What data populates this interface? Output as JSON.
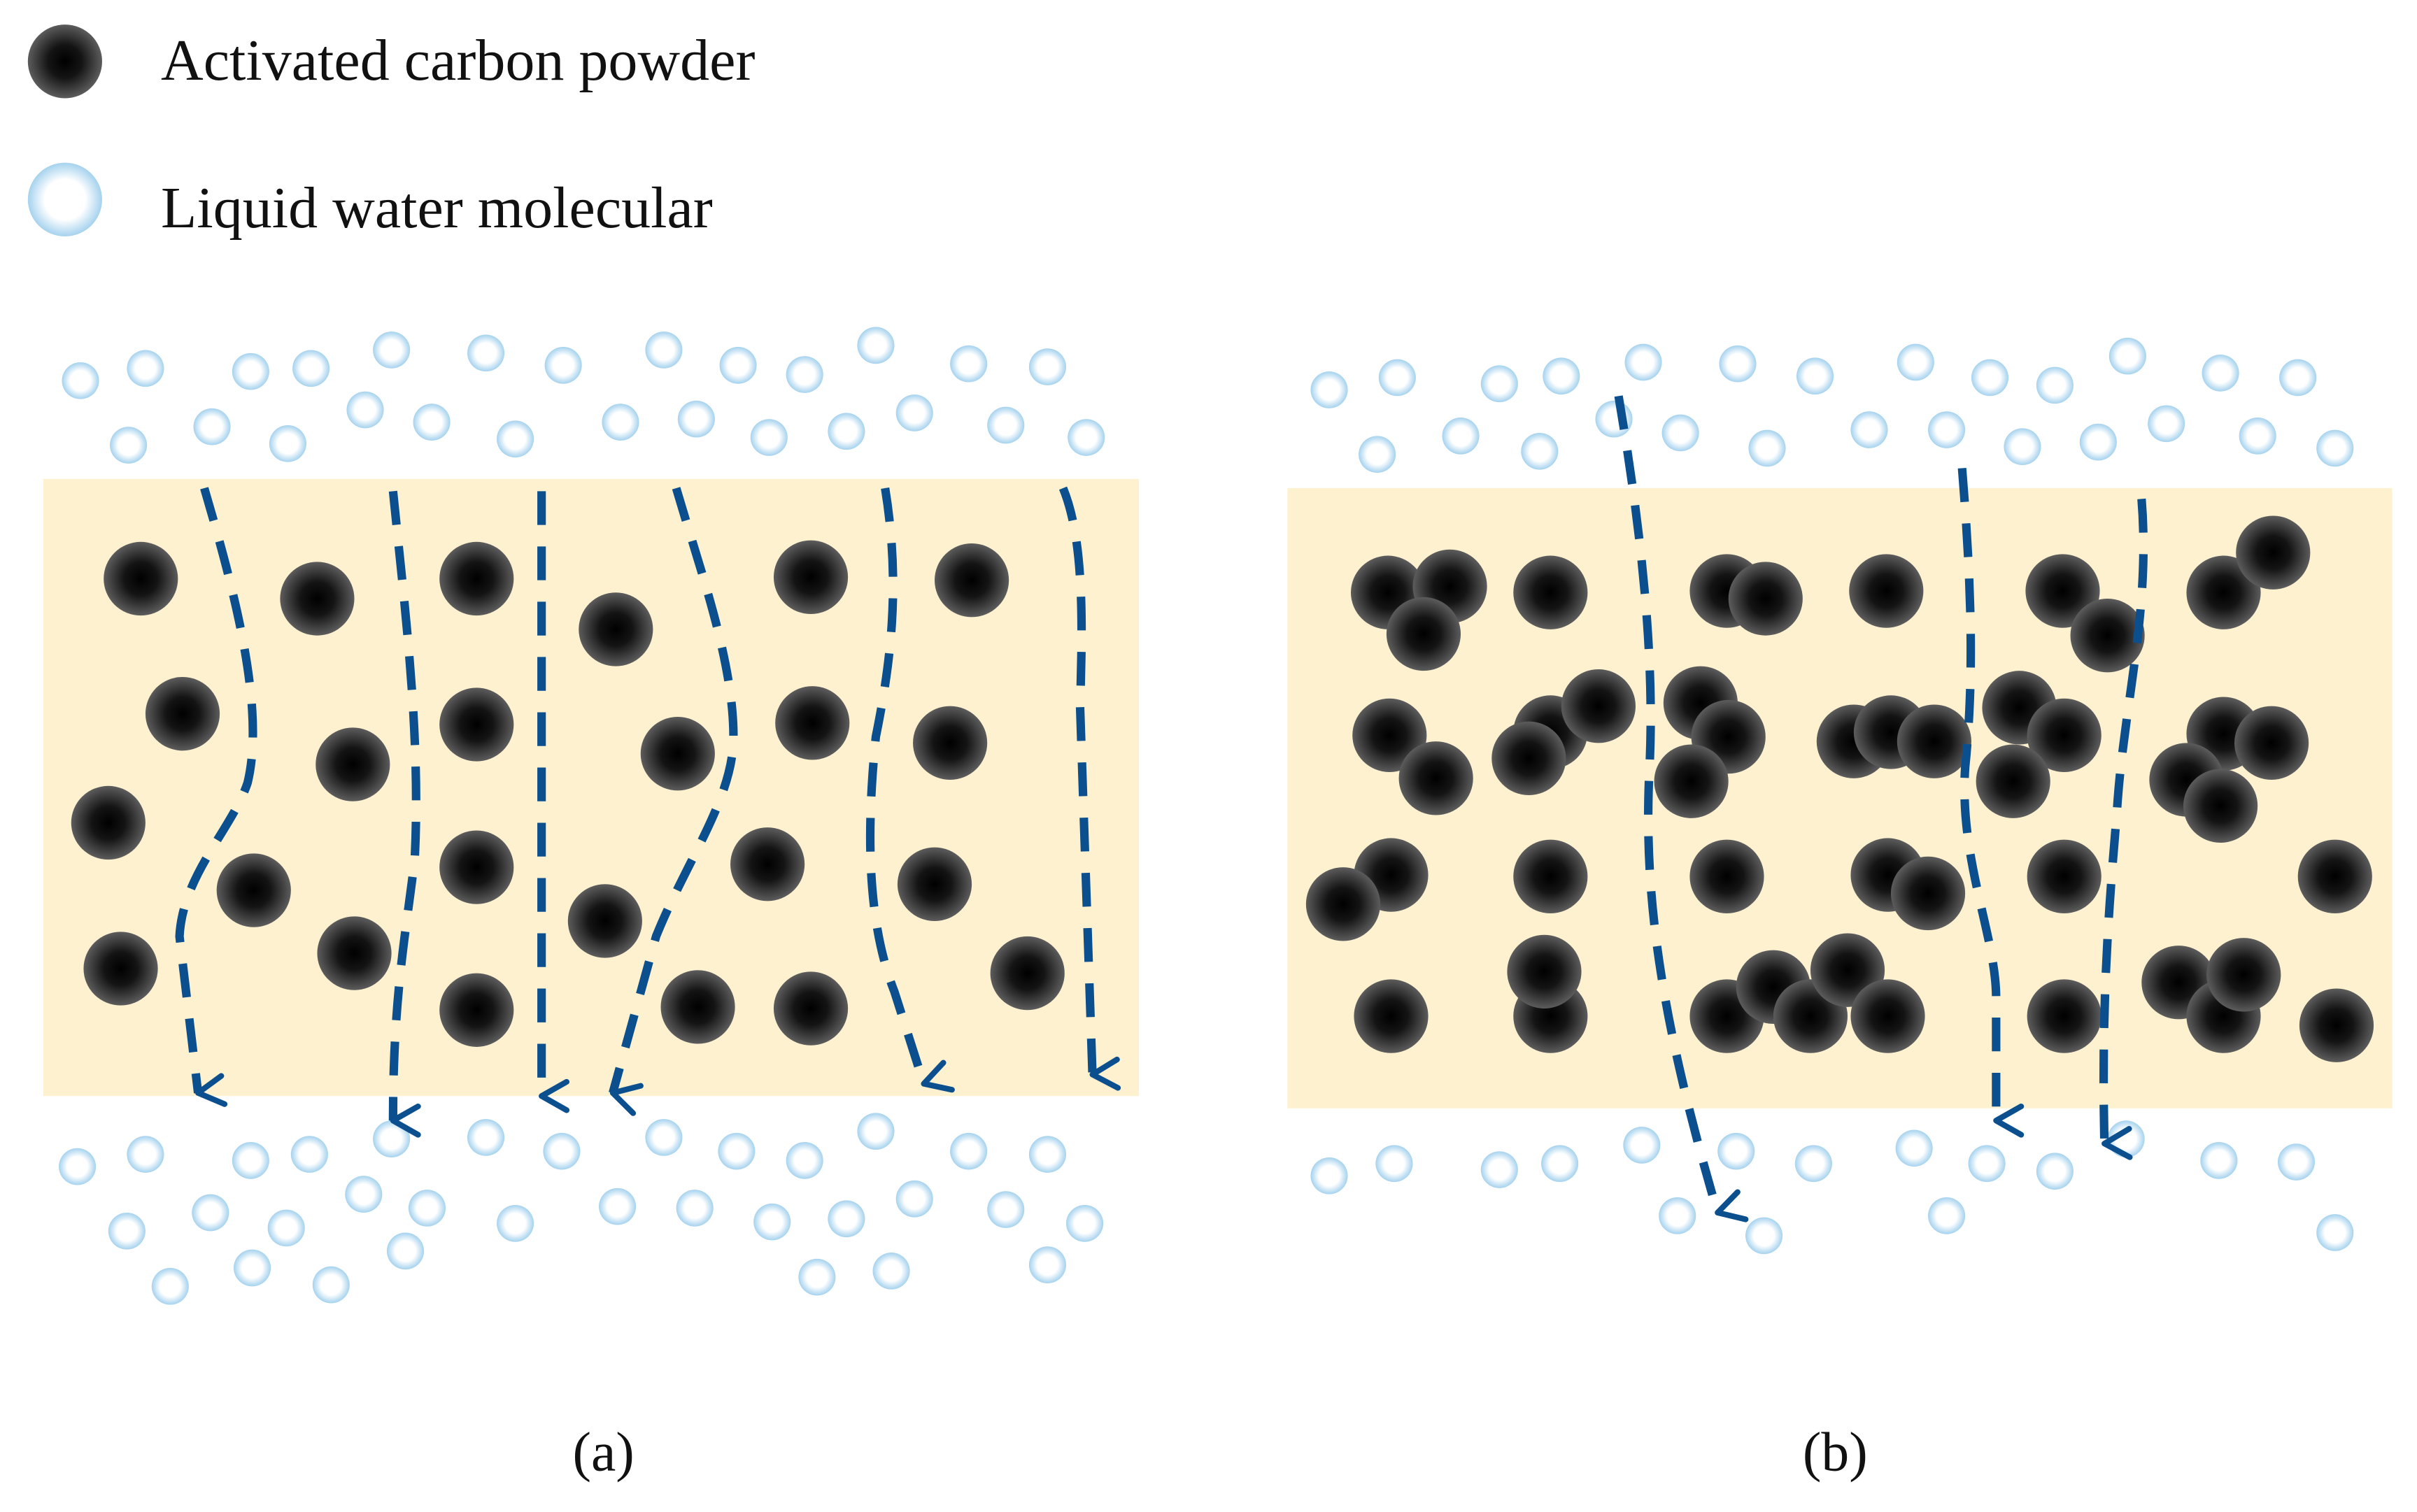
{
  "legend": {
    "carbon_label": "Activated carbon powder",
    "water_label": "Liquid water molecular"
  },
  "panels": {
    "a": {
      "caption": "(a)"
    },
    "b": {
      "caption": "(b)"
    }
  },
  "colors": {
    "layer_fill": "#FEF1CF",
    "arrow": "#0B4F8F",
    "carbon_center": "#000000",
    "carbon_edge": "#5A5A5A",
    "water_ring": "#A9D5EE",
    "water_center": "#FFFFFF"
  },
  "icons": {
    "carbon": "carbon-particle-icon",
    "water": "water-molecule-icon"
  }
}
